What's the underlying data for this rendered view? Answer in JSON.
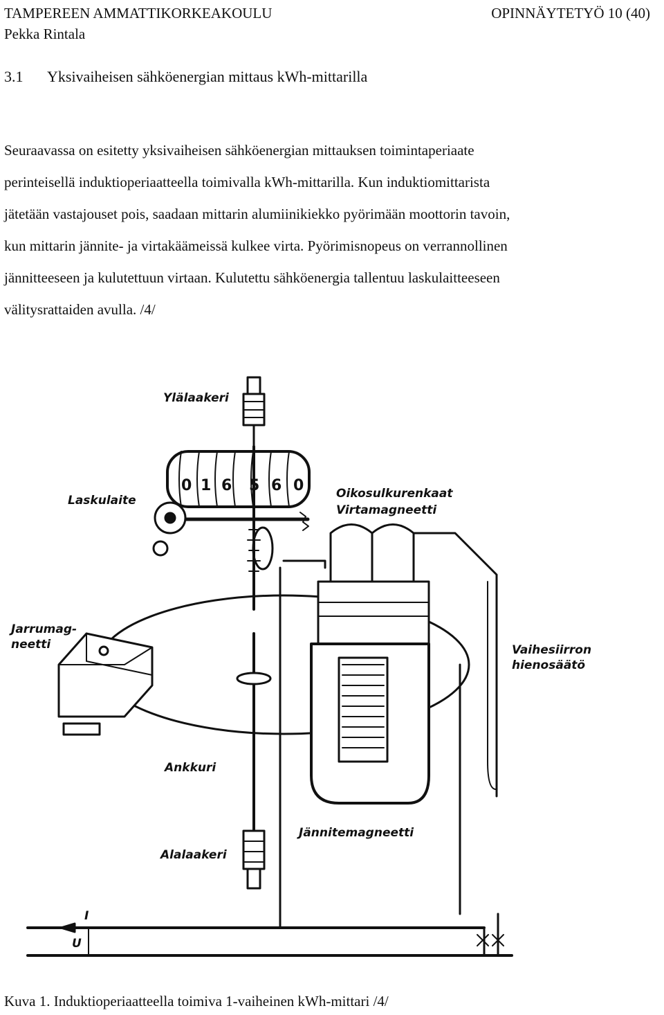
{
  "header": {
    "institution": "TAMPEREEN AMMATTIKORKEAKOULU",
    "thesis_page": "OPINNÄYTETYÖ 10 (40)",
    "author": "Pekka Rintala"
  },
  "section": {
    "number": "3.1",
    "title": "Yksivaiheisen sähköenergian mittaus kWh-mittarilla"
  },
  "body_lines": [
    "Seuraavassa on esitetty yksivaiheisen sähköenergian mittauksen toimintaperiaate",
    "perinteisellä induktioperiaatteella toimivalla kWh-mittarilla. Kun induktiomittarista",
    "jätetään vastajouset pois, saadaan mittarin alumiinikiekko pyörimään moottorin tavoin,",
    "kun mittarin jännite- ja virtakäämeissä kulkee virta. Pyörimisnopeus on verrannollinen",
    "jännitteeseen ja kulutettuun virtaan. Kulutettu sähköenergia tallentuu laskulaitteeseen",
    "välitysrattaiden avulla. /4/"
  ],
  "figure": {
    "labels": {
      "upper_bearing": "Ylälaakeri",
      "register": "Laskulaite",
      "short_circuit_rings": "Oikosulkurenkaat",
      "current_magnet": "Virtamagneetti",
      "brake_magnet_1": "Jarrumag-",
      "brake_magnet_2": "neetti",
      "phase_adjust_1": "Vaihesiirron",
      "phase_adjust_2": "hienosäätö",
      "armature": "Ankkuri",
      "voltage_magnet": "Jännitemagneetti",
      "lower_bearing": "Alalaakeri",
      "current_symbol": "I",
      "voltage_symbol": "U"
    },
    "register_digits": [
      "0",
      "1",
      "6",
      "5",
      "6",
      "0"
    ]
  },
  "caption": "Kuva 1. Induktioperiaatteella toimiva 1-vaiheinen kWh-mittari /4/"
}
